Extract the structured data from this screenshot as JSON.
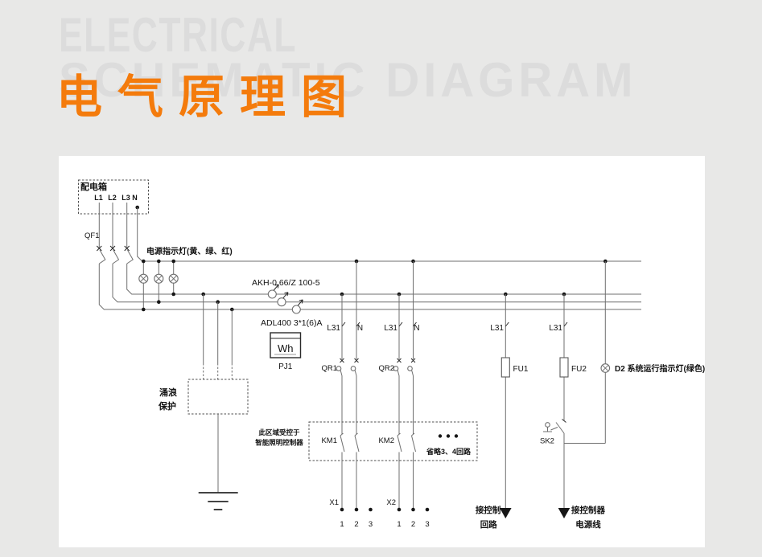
{
  "page": {
    "background": "#e8e8e7"
  },
  "header": {
    "watermark_line1": "ELECTRICAL",
    "watermark_line2": "SCHEMATIC DIAGRAM",
    "watermark_color": "#dcdcdc",
    "title": "电气原理图",
    "title_color": "#f47b0c"
  },
  "schematic": {
    "distribution_box": {
      "label": "配电箱",
      "l1": "L1",
      "l2": "L2",
      "l3": "L3",
      "n": "N"
    },
    "qf1": "QF1",
    "power_lamps_note": "电源指示灯(黄、绿、红)",
    "ct_model": "AKH-0.66/Z 100-5",
    "meter_model": "ADL400 3*1(6)A",
    "meter_display": "Wh",
    "meter_ref": "PJ1",
    "surge_line1": "涌浪",
    "surge_line2": "保护",
    "l31": "L31",
    "n": "N",
    "qr1": "QR1",
    "qr2": "QR2",
    "zone_note_line1": "此区域受控于",
    "zone_note_line2": "智能照明控制器",
    "km1": "KM1",
    "km2": "KM2",
    "omitted_note": "省略3、4回路",
    "x1": "X1",
    "x2": "X2",
    "t1": "1",
    "t2": "2",
    "t3": "3",
    "fu1": "FU1",
    "fu2": "FU2",
    "sk2": "SK2",
    "d2_note": "D2 系统运行指示灯(绿色)",
    "arrow_left_line1": "接控制",
    "arrow_left_line2": "回路",
    "arrow_right_line1": "接控制器",
    "arrow_right_line2": "电源线"
  }
}
